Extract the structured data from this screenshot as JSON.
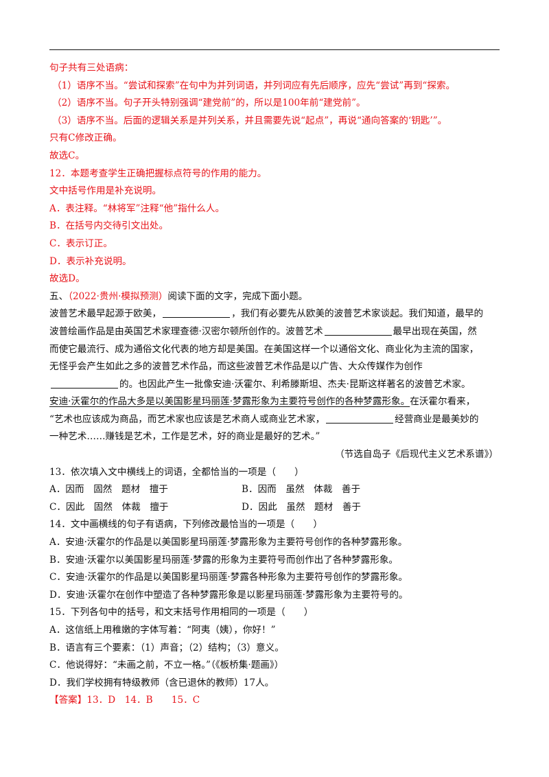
{
  "analysis11": {
    "intro": "句子共有三处语病：",
    "p1": "（1）语序不当。“尝试和探索”在句中为并列词语，并列词应有先后顺序，应先“尝试”再到“探索。",
    "p2": "（2）语序不当。句子开头特别强调“建党前”的，所以是100年前“建党前”。",
    "p3": "（3）语序不当。后面的逻辑关系是并列关系，并且需要先说“起点”，再说“通向答案的‘钥匙’”。",
    "p4": "只有C修改正确。",
    "conclusion": "故选C。"
  },
  "analysis12": {
    "intro": "12．本题考查学生正确把握标点符号的作用的能力。",
    "p1": "文中括号作用是补充说明。",
    "a": "A．表注释。“林将军”注释“他”指什么人。",
    "b": "B．在括号内交待引文出处。",
    "c": "C．表示订正。",
    "d": "D．表示补充说明。",
    "conclusion": "故选D。"
  },
  "section": {
    "num": "五、",
    "source": "（2022·贵州·模拟预测）",
    "instruction": "阅读下面的文字，完成下面小题。"
  },
  "passage": {
    "l1a": "波普艺术最早起源于欧美，",
    "l1b": "，我们有必要先从欧美的波普艺术家谈起。我们知道，最早的",
    "l2": "波普绘画作品是由英国艺术家理查德·汉密尔顿所创作的。波普艺术",
    "l2b": "最早出现在英国，然",
    "l3": "而使它最流行、成为通俗文化代表的地方却是美国。在美国这样一个以通俗文化、商业化为主流的国家，",
    "l4": "无怪乎会产生如此之多的波普艺术作品，而这些波普艺术作品是以广告、大众传媒作为创作",
    "l5b": "的。也因此产生一批像安迪·沃霍尔、利希滕斯坦、杰夫·昆斯这样著名的波普艺术家。",
    "l6u": "安迪·沃霍尔的作品大多是以美国影星玛丽莲·梦露形象为主要符号创作的各种梦露形象。",
    "l6b": "在沃霍尔看来，",
    "l7a": "“艺术也应该成为商品，而艺术家也应该是艺术商人或商业艺术家，",
    "l7b": "经营商业是最美妙的",
    "l8": "一种艺术……赚钱是艺术，工作是艺术，好的商业是最好的艺术。”",
    "citation": "（节选自岛子《后现代主义艺术系谱》）"
  },
  "q13": {
    "stem": "13．依次填入文中横线上的词语，全都恰当的一项是（　　）",
    "a": "A．因而　固然　题材　擅于",
    "b": "B．因而　虽然　体裁　善于",
    "c": "C．因此　固然　体裁　擅于",
    "d": "D．因此　虽然　题材　善于"
  },
  "q14": {
    "stem": "14．文中画横线的句子有语病，下列修改最恰当的一项是（　　）",
    "a": "A．安迪·沃霍尔的作品是以美国影星玛丽莲·梦露形象为主要符号创作的各种梦露形象。",
    "b": "B．安迪·沃霍尔以美国影星玛丽莲·梦露的形象为主要符号而创作出了各种梦露形象。",
    "c": "C．安迪·沃霍尔的作品是以美国影星玛丽莲·梦露各种形象为主要符号创作的梦露形象。",
    "d": "D．安迪·沃霍尔在创作中塑造了各种梦露形象是以影星玛丽莲·梦露形象为主要符号的。"
  },
  "q15": {
    "stem": "15．下列各句中的括号，和文末括号作用相同的一项是（　　）",
    "a": "A．这信纸上用稚嫩的字体写着：“阿夷（姨），你好！”",
    "b": "B．语言有三个要素：（1）声音；（2）结构；（3）意义。",
    "c": "C．他说得好：“未画之前，不立一格。”（《板桥集·题画》）",
    "d": "D．我们学校拥有特级教师（含已退休的教师）17人。"
  },
  "answer": {
    "label": "【答案】",
    "text": "13．D　14．B　　15．C"
  }
}
